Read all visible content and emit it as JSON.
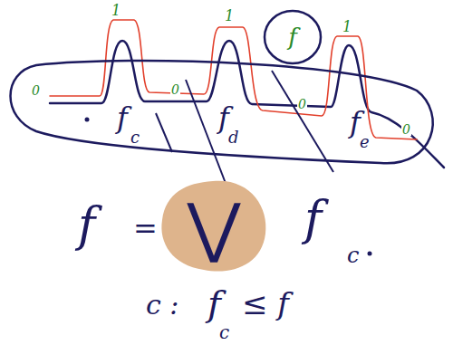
{
  "diagram": {
    "nodes": [
      {
        "text": [
          "f",
          "c",
          "f",
          "d",
          "f",
          "e"
        ]
      },
      {
        "text": [
          "f"
        ]
      },
      {
        "text": [
          "⋁"
        ]
      }
    ],
    "labels": [
      "1",
      "1",
      "1",
      "0",
      "0",
      "0",
      "0",
      "f",
      "=",
      "f",
      "c",
      "c :",
      "f",
      "c",
      "≤ f"
    ]
  }
}
